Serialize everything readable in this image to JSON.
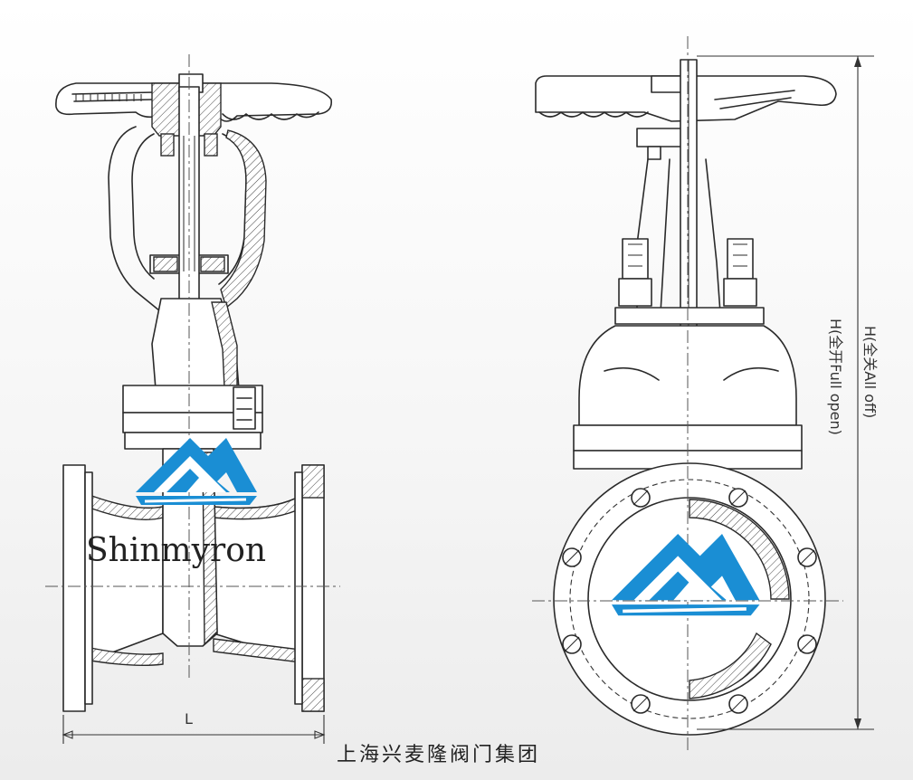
{
  "brand": {
    "name": "Shinmyron",
    "company": "上海兴麦隆阀门集团"
  },
  "dimensions": {
    "length_label": "L",
    "height_full_open_label": "H(全开Full open)",
    "height_all_off_label": "H(全关All off)"
  },
  "colors": {
    "logo_blue": "#1a8ed4",
    "line": "#2a2a2a",
    "background": "#f4f4f4"
  },
  "icons": [
    "mountain-logo-icon"
  ]
}
